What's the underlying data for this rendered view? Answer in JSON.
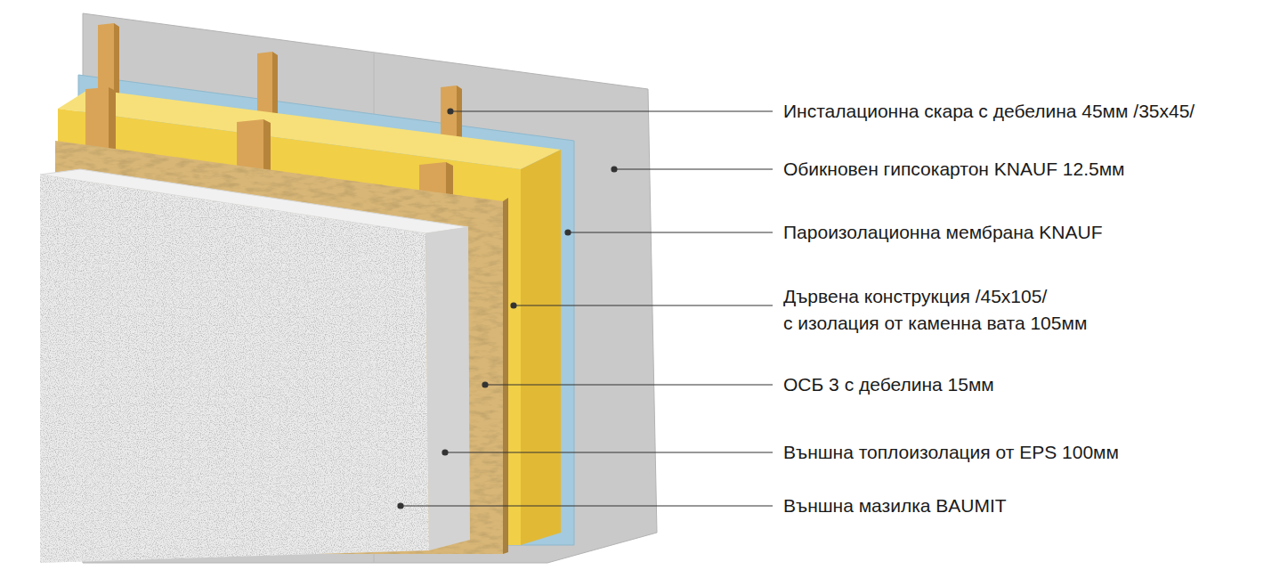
{
  "diagram": {
    "labels": [
      "Инсталационна скара с дебелина 45мм /35x45/",
      "Обикновен гипсокартон KNAUF 12.5мм",
      "Пароизолационна мембрана KNAUF",
      "Дървена конструкция /45x105/ с изолация от каменна вата 105мм",
      "ОСБ 3 с дебелина 15мм",
      "Външна топлоизолация от EPS 100мм",
      "Външна мазилка BAUMIT"
    ]
  }
}
